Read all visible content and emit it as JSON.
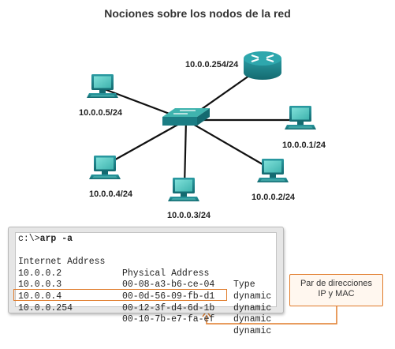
{
  "title": "Nociones sobre los nodos de la red",
  "nodes": {
    "router": "10.0.0.254/24",
    "pc1": "10.0.0.5/24",
    "pc2": "10.0.0.1/24",
    "pc3": "10.0.0.4/24",
    "pc4": "10.0.0.3/24",
    "pc5": "10.0.0.2/24"
  },
  "terminal": {
    "prompt": "c:\\>",
    "command": "arp -a",
    "headers": [
      "Internet Address",
      "Physical Address",
      "Type"
    ],
    "rows": [
      [
        "10.0.0.2",
        "00-08-a3-b6-ce-04",
        "dynamic"
      ],
      [
        "10.0.0.3",
        "00-0d-56-09-fb-d1",
        "dynamic"
      ],
      [
        "10.0.0.4",
        "00-12-3f-d4-6d-1b",
        "dynamic"
      ],
      [
        "10.0.0.254",
        "00-10-7b-e7-fa-ef",
        "dynamic"
      ]
    ]
  },
  "callout": {
    "line1": "Par de direcciones",
    "line2": "IP y MAC"
  },
  "colors": {
    "device": "#1f7f86",
    "screen": "#5fc9c4",
    "accent": "#e07b2a"
  }
}
